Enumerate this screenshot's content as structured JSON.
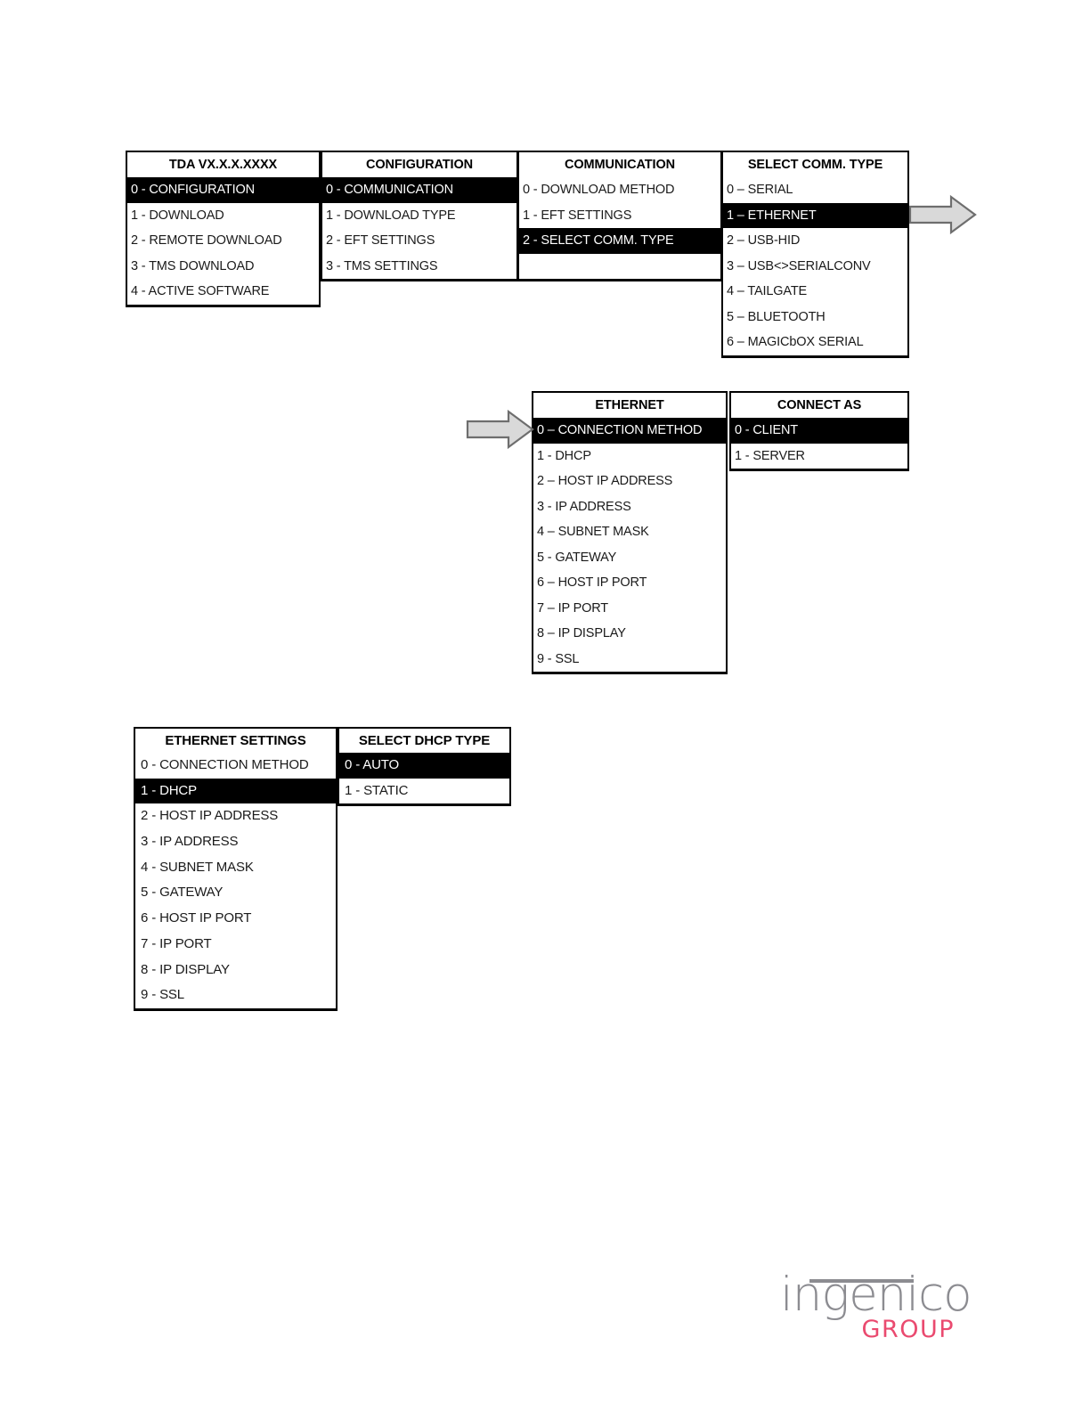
{
  "document": {
    "type": "menu-navigation-diagram",
    "product": "Ingenico TDA terminal menu tree"
  },
  "boxes": {
    "tda": {
      "title": "TDA VX.X.X.XXXX",
      "items": [
        {
          "label": "0 - CONFIGURATION",
          "selected": true
        },
        {
          "label": "1 - DOWNLOAD",
          "selected": false
        },
        {
          "label": "2 - REMOTE DOWNLOAD",
          "selected": false
        },
        {
          "label": "3 - TMS DOWNLOAD",
          "selected": false
        },
        {
          "label": "4 - ACTIVE SOFTWARE",
          "selected": false
        }
      ]
    },
    "configuration": {
      "title": "CONFIGURATION",
      "items": [
        {
          "label": "0 - COMMUNICATION",
          "selected": true
        },
        {
          "label": "1 - DOWNLOAD TYPE",
          "selected": false
        },
        {
          "label": "2 - EFT SETTINGS",
          "selected": false
        },
        {
          "label": "3 - TMS SETTINGS",
          "selected": false
        }
      ]
    },
    "communication": {
      "title": "COMMUNICATION",
      "items": [
        {
          "label": "0 - DOWNLOAD METHOD",
          "selected": false
        },
        {
          "label": "1 - EFT SETTINGS",
          "selected": false
        },
        {
          "label": "2 - SELECT COMM. TYPE",
          "selected": true
        }
      ]
    },
    "comm_type": {
      "title": "SELECT COMM. TYPE",
      "items": [
        {
          "label": "0 – SERIAL",
          "selected": false
        },
        {
          "label": "1 – ETHERNET",
          "selected": true
        },
        {
          "label": "2 – USB-HID",
          "selected": false
        },
        {
          "label": "3 – USB<>SERIALCONV",
          "selected": false
        },
        {
          "label": "4 – TAILGATE",
          "selected": false
        },
        {
          "label": "5 – BLUETOOTH",
          "selected": false
        },
        {
          "label": "6 – MAGICbOX SERIAL",
          "selected": false
        }
      ]
    },
    "ethernet": {
      "title": "ETHERNET",
      "items": [
        {
          "label": "0 – CONNECTION METHOD",
          "selected": true
        },
        {
          "label": "1 - DHCP",
          "selected": false
        },
        {
          "label": "2 – HOST IP ADDRESS",
          "selected": false
        },
        {
          "label": "3 - IP ADDRESS",
          "selected": false
        },
        {
          "label": "4 – SUBNET MASK",
          "selected": false
        },
        {
          "label": "5 - GATEWAY",
          "selected": false
        },
        {
          "label": "6 – HOST IP PORT",
          "selected": false
        },
        {
          "label": "7 – IP PORT",
          "selected": false
        },
        {
          "label": "8 – IP DISPLAY",
          "selected": false
        },
        {
          "label": "9 - SSL",
          "selected": false
        }
      ]
    },
    "connect_as": {
      "title": "CONNECT AS",
      "items": [
        {
          "label": "0 - CLIENT",
          "selected": true
        },
        {
          "label": "1 - SERVER",
          "selected": false
        }
      ]
    },
    "ethernet_settings": {
      "title": "ETHERNET SETTINGS",
      "items": [
        {
          "label": "0 - CONNECTION METHOD",
          "selected": false
        },
        {
          "label": "1 - DHCP",
          "selected": true
        },
        {
          "label": "2 - HOST IP ADDRESS",
          "selected": false
        },
        {
          "label": "3 - IP ADDRESS",
          "selected": false
        },
        {
          "label": "4 - SUBNET MASK",
          "selected": false
        },
        {
          "label": "5 - GATEWAY",
          "selected": false
        },
        {
          "label": "6 - HOST IP PORT",
          "selected": false
        },
        {
          "label": "7 - IP PORT",
          "selected": false
        },
        {
          "label": "8 - IP DISPLAY",
          "selected": false
        },
        {
          "label": "9 - SSL",
          "selected": false
        }
      ]
    },
    "dhcp_type": {
      "title": "SELECT DHCP TYPE",
      "items": [
        {
          "label": "0 - AUTO",
          "selected": true
        },
        {
          "label": "1 - STATIC",
          "selected": false
        }
      ]
    }
  },
  "arrows": [
    {
      "name": "flow-arrow-right-top",
      "direction": "right"
    },
    {
      "name": "flow-arrow-right-middle",
      "direction": "right"
    }
  ],
  "logo": {
    "wordmark": "ingenico",
    "subtitle": "GROUP",
    "wordmark_color": "#8c8c91",
    "subtitle_color": "#ea4a6f"
  },
  "colors": {
    "selected_bg": "#000000",
    "selected_fg": "#ffffff",
    "box_border": "#000000",
    "background": "#ffffff",
    "arrow_fill": "#d9d9d9",
    "arrow_stroke": "#6e6e6e"
  }
}
